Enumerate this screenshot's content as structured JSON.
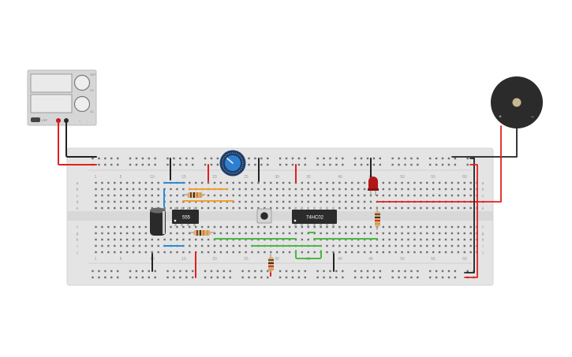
{
  "psu": {
    "knob1_label": "OUT",
    "knob2_label": "CV",
    "knob3_label": "CC",
    "pos_label": "+",
    "neg_label": "-",
    "power_text": "OFF"
  },
  "breadboard": {
    "column_numbers_top": [
      "1",
      "5",
      "10",
      "15",
      "20",
      "25",
      "30",
      "35",
      "40",
      "45",
      "50",
      "55",
      "60"
    ],
    "column_numbers_bottom": [
      "1",
      "5",
      "10",
      "15",
      "20",
      "25",
      "30",
      "35",
      "40",
      "45",
      "50",
      "55",
      "60"
    ],
    "row_letters_top": [
      "a",
      "b",
      "c",
      "d",
      "e"
    ],
    "row_letters_bottom": [
      "f",
      "g",
      "h",
      "i",
      "j"
    ]
  },
  "chips": {
    "timer_label": "555",
    "gate_label": "74HC02"
  },
  "buzzer": {
    "plus_label": "+",
    "minus_label": "−"
  },
  "colors": {
    "wire_red": "#e02020",
    "wire_black": "#222222",
    "wire_blue": "#2a8fd0",
    "wire_orange": "#f0a030",
    "wire_green": "#4cb848",
    "board": "#e6e6e6",
    "led": "#b01818"
  }
}
